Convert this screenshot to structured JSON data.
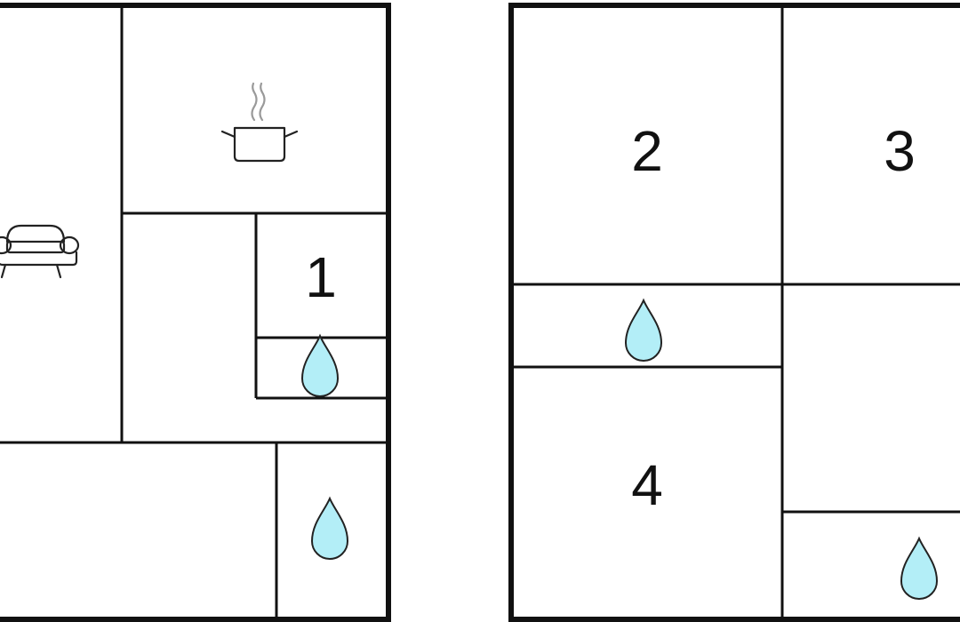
{
  "colors": {
    "wall": "#111111",
    "background": "#ffffff",
    "water_drop_fill": "#b3eef7"
  },
  "icons": {
    "kitchen": "cooking-pot-icon",
    "living": "sofa-icon",
    "wet_room": "water-drop-icon"
  },
  "floors": [
    {
      "rooms": [
        {
          "id": "living-room",
          "icon": "sofa-icon"
        },
        {
          "id": "kitchen",
          "icon": "cooking-pot-icon"
        },
        {
          "id": "hall",
          "icon": ""
        },
        {
          "id": "bedroom-1",
          "number": "1"
        },
        {
          "id": "wc-1",
          "icon": "water-drop-icon"
        },
        {
          "id": "lower-room",
          "icon": ""
        },
        {
          "id": "bathroom-1",
          "icon": "water-drop-icon"
        }
      ]
    },
    {
      "rooms": [
        {
          "id": "bedroom-2",
          "number": "2"
        },
        {
          "id": "bedroom-3",
          "number": "3"
        },
        {
          "id": "wc-2",
          "icon": "water-drop-icon"
        },
        {
          "id": "bedroom-4",
          "number": "4"
        },
        {
          "id": "landing",
          "icon": ""
        },
        {
          "id": "bathroom-2",
          "icon": "water-drop-icon"
        }
      ]
    }
  ]
}
